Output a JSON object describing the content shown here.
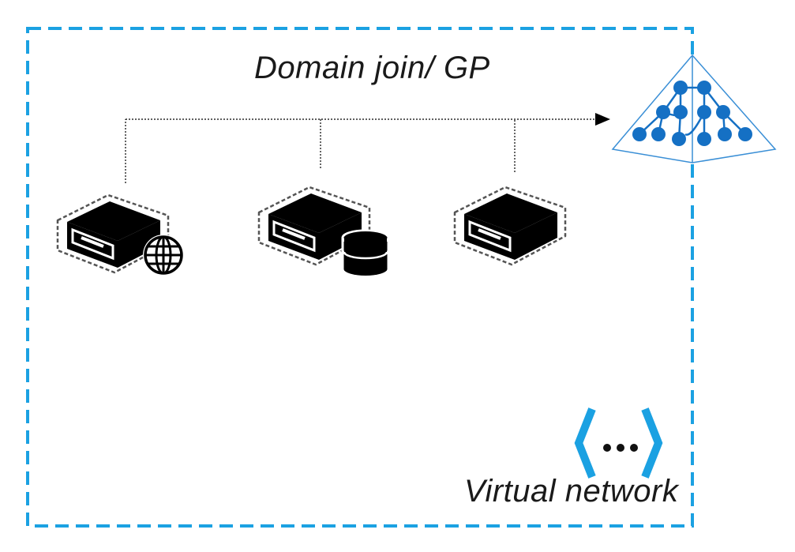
{
  "diagram": {
    "title": "Domain join/ GP",
    "network_label": "Virtual network",
    "colors": {
      "boundary": "#1ba1e2",
      "ad_blue": "#1570c4",
      "ad_outline": "#3a8fd6",
      "server": "#000000",
      "connector": "#000000",
      "vnet_icon": "#1ba1e2",
      "dots": "#111111"
    },
    "nodes": [
      {
        "id": "web-server",
        "icon": "server-globe-icon"
      },
      {
        "id": "db-server",
        "icon": "server-database-icon"
      },
      {
        "id": "app-server",
        "icon": "server-icon"
      },
      {
        "id": "active-directory",
        "icon": "active-directory-icon"
      }
    ],
    "edges": [
      {
        "from": "web-server",
        "to": "active-directory",
        "style": "dotted",
        "arrow": "end"
      },
      {
        "from": "db-server",
        "to": "active-directory",
        "style": "dotted",
        "arrow": "end"
      },
      {
        "from": "app-server",
        "to": "active-directory",
        "style": "dotted",
        "arrow": "end"
      }
    ]
  }
}
